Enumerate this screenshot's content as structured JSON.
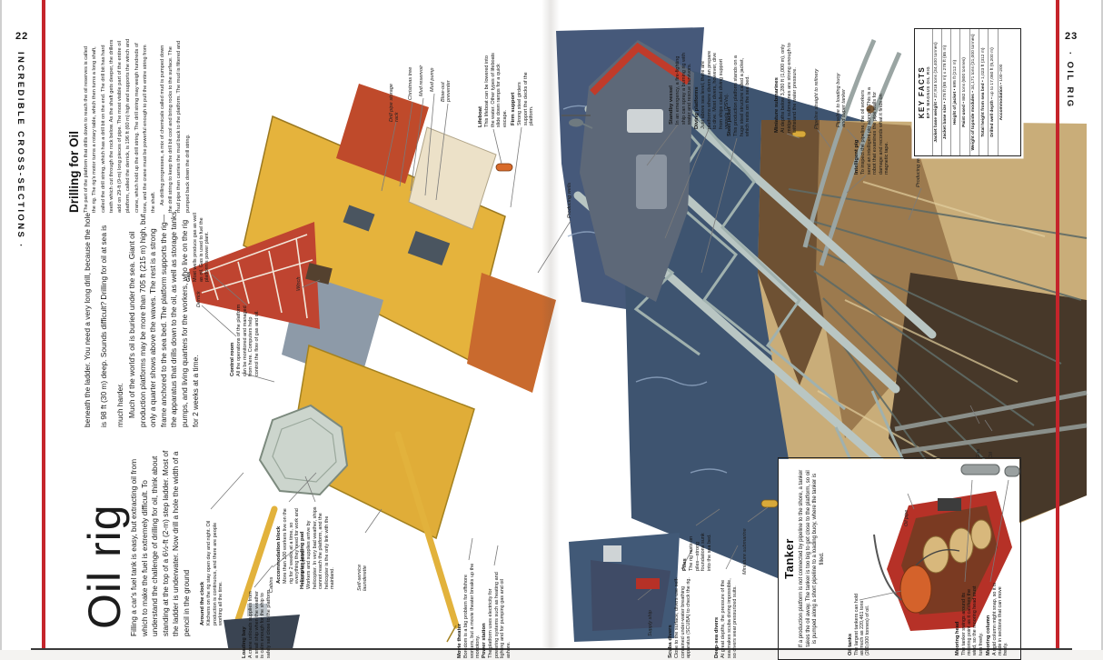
{
  "margins": {
    "left_page_number": "22",
    "left_running_head": "INCREDIBLE CROSS-SECTIONS ·",
    "right_page_number": "23",
    "right_running_head": "· OIL RIG"
  },
  "article": {
    "title": "Oil rig",
    "intro_col1": "Filling a car's fuel tank is easy, but extracting oil from which to make the fuel is extremely difficult. To understand the challenge of drilling for oil, think about standing at the top of a 6½-ft (2-m) step ladder. Most of the ladder is underwater. Now drill a hole the width of a pencil in the ground",
    "intro_col2a": "beneath the ladder. You need a very long drill, because the hole is 98 ft (30 m) deep. Sounds difficult? Drilling for oil at sea is much harder.",
    "intro_col2b": "Much of the world's oil is buried under the sea. Giant oil production platforms may be more than 705 ft (215 m) high, but only a quarter shows above the waves. The rest is a strong frame anchored to the sea bed. The platform supports the rig—the apparatus that drills down to the oil, as well as storage tanks, pumps, and living quarters for the workers, who live on the rig for 2 weeks at a time.",
    "section_heading": "Drilling for Oil",
    "section_body1": "The part of the platform that drills down to reach the oil reserves is called the rig. The rig's motor turns a rotary table, which then turns a long shaft, called the drill string, which has a drill bit on the end. The drill bit has hard teeth which cut through the rock below. As the shaft gets deeper, the drillers add on 29-ft (9-m) long pieces of pipe. The most visible part of the entire oil platform, called the derrick, is 196 ft (60 m) high and supports the winch and crane, which hold up the drill string. The drill string may weigh hundreds of tons, and the crane must be powerful enough to pull the entire string from the shaft.",
    "section_body2": "As drilling progresses, a mix of chemicals called mud is pumped down the drill string to keep the drill bit cool and bring rocks to the surface. The mud pipe then carries the mud back to the platform. The mud is filtered and pumped back down the drill string."
  },
  "key_facts": {
    "title": "KEY FACTS",
    "subtitle": "BP'S MAGNUS OIL RIG",
    "sep": " • ",
    "items": [
      {
        "label": "Jacket base weight",
        "value": "37,918 tons (34,400 tonnes)"
      },
      {
        "label": "Jacket base size",
        "value": "278 ft (85 m) x 278 ft (85 m)"
      },
      {
        "label": "Height of jacket",
        "value": "695 ft (212 m)"
      },
      {
        "label": "Paint used",
        "value": "882 tons (800 tonnes)"
      },
      {
        "label": "Weight of topside modules",
        "value": "34,171 tons (31,000 tonnes)"
      },
      {
        "label": "Total height from sea bed",
        "value": "1,023 ft (312 m)"
      },
      {
        "label": "Drilled well depth",
        "value": "up to 17,060 ft (5,200 m)"
      },
      {
        "label": "Accommodation",
        "value": "100–200"
      }
    ]
  },
  "tanker": {
    "title": "Tanker",
    "body": "If a production platform is not connected by pipeline to the shore, a tanker takes the oil away. The tanker is too big to get close to the platform, so oil is pumped along a short pipeline to a loading buoy, where the tanker is filled.",
    "oil_tanks_title": "Oil tanks",
    "oil_tanks_body": "The largest tankers can hold as much as 220,461 tons (200,000 tonnes) of oil.",
    "oil_pipe_label": "Oil pipe",
    "mooring_head_title": "Mooring head",
    "mooring_head_body": "The tanker swings around its mooring point as it catches the wind, so the mooring head must turn freely.",
    "mooring_column_title": "Mooring column",
    "mooring_column_body": "A rigid column might snap, so it is made in sections that can move freely."
  },
  "captions": [
    {
      "t": "Gas",
      "b": "Most wells produce gas as well as oil. Gas is used to fuel the platform's power plant."
    },
    {
      "t": "Control room",
      "b": "All the operations of the platform can be monitored and managed from here. Computers help control the flow of gas and oil."
    },
    {
      "t": "Helicopter landing pad",
      "b": "Workers and supplies arrive by helicopter. In very bad weather, ships cannot reach the platform, and the helicopter is the only link with the mainland."
    },
    {
      "t": "Accommodation block",
      "b": "More than 100 workers live on the rig for 2 weeks at a time, so everything they need for work and rest is supplied."
    },
    {
      "t": "Around the clock",
      "b": "Kitchens on the rig stay open day and night. Oil production is continuous, and there are people working all the time."
    },
    {
      "t": "Loading bay",
      "b": "A crane unloads supplies from a small ship when the weather is calm enough for the ship to safely sail close to the platform."
    },
    {
      "t": "Movie theater",
      "b": "Boredom is a big problem for offshore workers, but a movie theater breaks up the monotony."
    },
    {
      "t": "Power station",
      "b": "The platform uses electricity for powering systems such as heating and lighting and for pumping gas and oil ashore."
    },
    {
      "t": "Lifeboat",
      "b": "This lifeboat can be lowered into the water. Other types of lifeboats slide down ramps for a quick escape."
    },
    {
      "t": "Firm support",
      "b": "Strong steel girders support the decks of the platform."
    },
    {
      "t": "Standby vessel",
      "b": "In an emergency, a fire-fighting ship can spray a burning rig with water and rescue survivors."
    },
    {
      "t": "Diving platforms",
      "b": "Just above sea level, there are platforms where divers can prepare to dive. Most divers, however, dive from ships called diving support vessels (DSVs)."
    },
    {
      "t": "Steel jacket",
      "b": "This production platform stands on a huge steel structure called a jacket, which rests on the sea bed."
    },
    {
      "t": "Miniature submarines",
      "b": "At depths below 3,280 ft (1,000 m), only midget submarines are strong enough to withstand the water pressure."
    },
    {
      "t": "Intelligent pig",
      "b": "To inspect the pipeline, the oil workers send an intelligent pig along it. This is a robot that examines the pipe walls for damage and records what it finds on magnetic tape."
    },
    {
      "t": "Scuba divers",
      "b": "Close to the surface, divers use self-contained under-water breathing apparatus (SCUBA) to check the rig."
    },
    {
      "t": "Deep-sea divers",
      "b": "At great depths, the pressure of the sea makes scuba diving impossible, so divers wear pressurized suits."
    },
    {
      "t": "Piles",
      "b": "The rig rests on piles—strong foundations sunk into the sea bed."
    }
  ],
  "labels": {
    "derrick": "Derrick",
    "winch": "Winch",
    "drill_pipe_storage_rack": "Drill pipe storage rack",
    "christmas_tree": "Christmas tree",
    "mud_reservoir": "Mud reservoir",
    "mud_pump": "Mud pump",
    "blow_out_preventer": "Blow-out preventer",
    "producing_wells_1": "Producing wells",
    "producing_wells_2": "Producing wells",
    "pipeline_refinery": "Pipeline straight to refinery",
    "pipeline_buoy": "Pipeline to loading buoy and super tanker",
    "gas_pipe": "Gas",
    "oil_pipe": "Oil",
    "supply_ship": "Supply ship",
    "miniature_submarine": "Miniature submarine",
    "cabins": "Cabins",
    "launderette": "Self-service launderette"
  }
}
